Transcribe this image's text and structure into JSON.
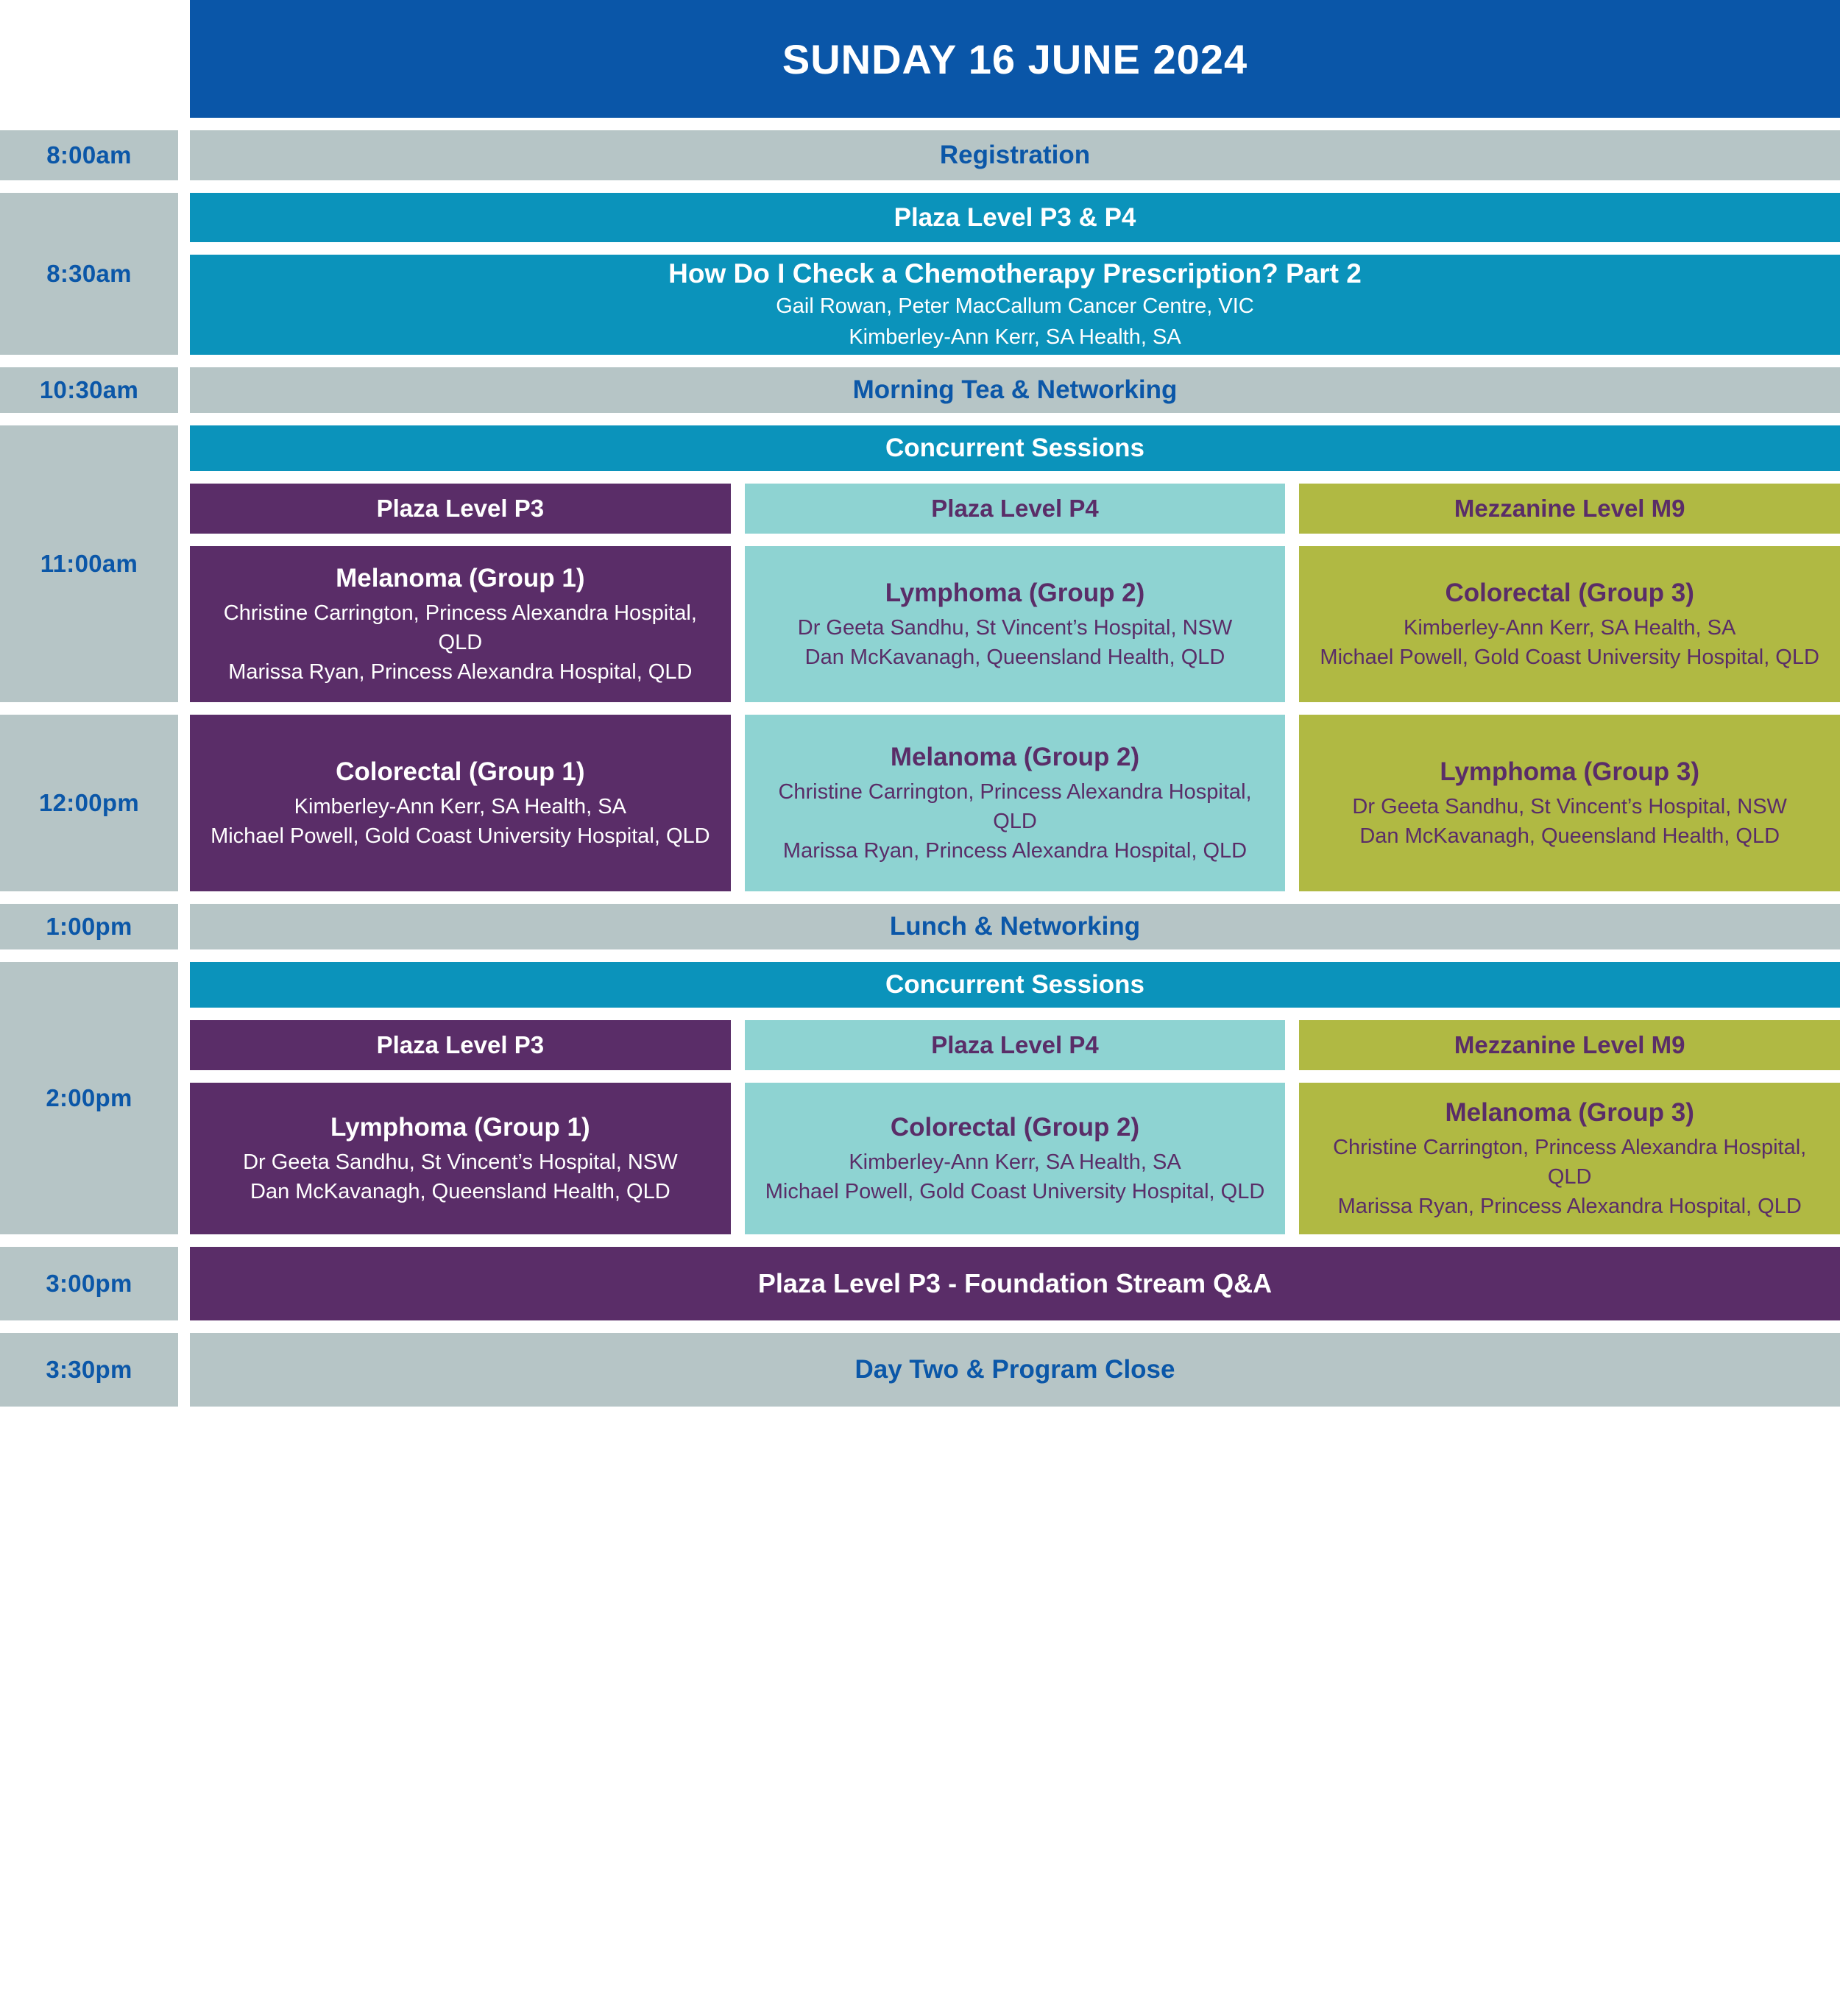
{
  "header": {
    "title": "SUNDAY 16 JUNE 2024"
  },
  "colors": {
    "header_blue": "#0a56a8",
    "time_label_blue": "#0b57a8",
    "grey": "#b6c5c6",
    "cyan": "#0b93bb",
    "purple": "#5a2d68",
    "teal": "#8ed3d2",
    "olive": "#b0b943"
  },
  "rows": [
    {
      "time": "8:00am",
      "bar": {
        "label": "Registration"
      }
    },
    {
      "time": "8:30am",
      "venue_wide": "Plaza Level P3 & P4",
      "plenary": {
        "title": "How Do I Check a Chemotherapy Prescription? Part 2",
        "speakers": [
          "Gail Rowan, Peter MacCallum Cancer Centre, VIC",
          "Kimberley-Ann Kerr, SA Health, SA"
        ]
      }
    },
    {
      "time": "10:30am",
      "bar": {
        "label": "Morning Tea & Networking"
      }
    },
    {
      "time_first": "11:00am",
      "time_second": "12:00pm",
      "concurrent_label": "Concurrent Sessions",
      "venues": [
        {
          "label": "Plaza Level P3",
          "style": "p3"
        },
        {
          "label": "Plaza Level P4",
          "style": "p4"
        },
        {
          "label": "Mezzanine Level M9",
          "style": "m9"
        }
      ],
      "sessions_first": [
        {
          "title": "Melanoma (Group 1)",
          "speakers": [
            "Christine Carrington, Princess Alexandra Hospital, QLD",
            "Marissa Ryan, Princess Alexandra Hospital, QLD"
          ]
        },
        {
          "title": "Lymphoma (Group 2)",
          "speakers": [
            "Dr Geeta Sandhu, St Vincent’s Hospital, NSW",
            "Dan McKavanagh, Queensland Health, QLD"
          ]
        },
        {
          "title": "Colorectal (Group 3)",
          "speakers": [
            "Kimberley-Ann Kerr, SA Health, SA",
            "Michael Powell, Gold Coast University Hospital, QLD"
          ]
        }
      ],
      "sessions_second": [
        {
          "title": "Colorectal (Group 1)",
          "speakers": [
            "Kimberley-Ann Kerr, SA Health, SA",
            "Michael Powell, Gold Coast University Hospital, QLD"
          ]
        },
        {
          "title": "Melanoma (Group 2)",
          "speakers": [
            "Christine Carrington, Princess Alexandra Hospital, QLD",
            "Marissa Ryan, Princess Alexandra Hospital, QLD"
          ]
        },
        {
          "title": "Lymphoma (Group 3)",
          "speakers": [
            "Dr Geeta Sandhu, St Vincent’s Hospital, NSW",
            "Dan McKavanagh, Queensland Health, QLD"
          ]
        }
      ]
    },
    {
      "time": "1:00pm",
      "bar": {
        "label": "Lunch & Networking"
      }
    },
    {
      "time": "2:00pm",
      "concurrent_label": "Concurrent Sessions",
      "venues": [
        {
          "label": "Plaza Level P3",
          "style": "p3"
        },
        {
          "label": "Plaza Level P4",
          "style": "p4"
        },
        {
          "label": "Mezzanine Level M9",
          "style": "m9"
        }
      ],
      "sessions": [
        {
          "title": "Lymphoma (Group 1)",
          "speakers": [
            "Dr Geeta Sandhu, St Vincent’s Hospital, NSW",
            "Dan McKavanagh, Queensland Health, QLD"
          ]
        },
        {
          "title": "Colorectal (Group 2)",
          "speakers": [
            "Kimberley-Ann Kerr, SA Health, SA",
            "Michael Powell, Gold Coast University Hospital, QLD"
          ]
        },
        {
          "title": "Melanoma (Group 3)",
          "speakers": [
            "Christine Carrington, Princess Alexandra Hospital, QLD",
            "Marissa Ryan, Princess Alexandra Hospital, QLD"
          ]
        }
      ]
    },
    {
      "time": "3:00pm",
      "bar": {
        "label": "Plaza Level P3 - Foundation Stream Q&A"
      }
    },
    {
      "time": "3:30pm",
      "bar": {
        "label": "Day Two & Program Close"
      }
    }
  ]
}
